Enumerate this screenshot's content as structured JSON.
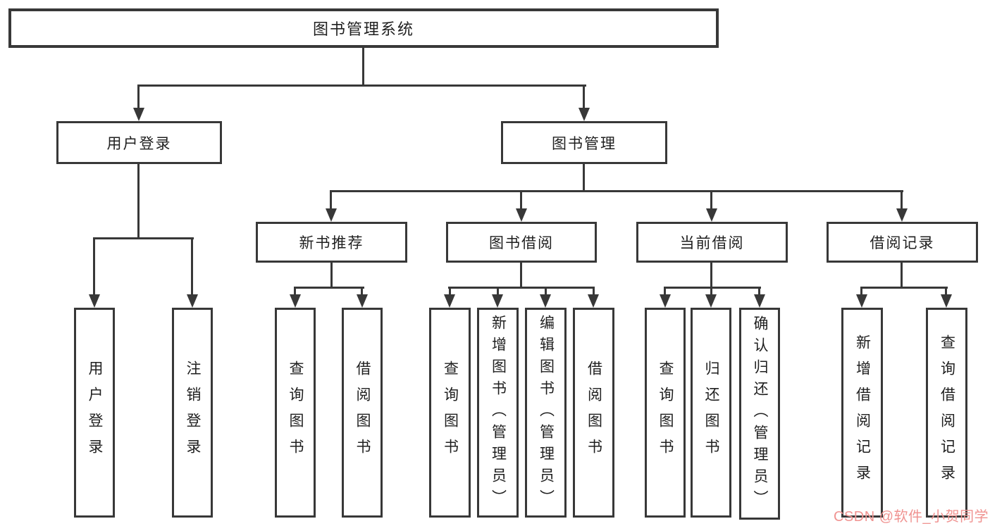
{
  "diagram": {
    "root": {
      "label": "图书管理系统"
    },
    "branches": [
      {
        "label": "用户登录",
        "children": [
          {
            "label": "用户登录"
          },
          {
            "label": "注销登录"
          }
        ]
      },
      {
        "label": "图书管理",
        "children": [
          {
            "label": "新书推荐",
            "children": [
              {
                "label": "查询图书"
              },
              {
                "label": "借阅图书"
              }
            ]
          },
          {
            "label": "图书借阅",
            "children": [
              {
                "label": "查询图书"
              },
              {
                "label": "新增图书（管理员）"
              },
              {
                "label": "编辑图书（管理员）"
              },
              {
                "label": "借阅图书"
              }
            ]
          },
          {
            "label": "当前借阅",
            "children": [
              {
                "label": "查询图书"
              },
              {
                "label": "归还图书"
              },
              {
                "label": "确认归还（管理员）"
              }
            ]
          },
          {
            "label": "借阅记录",
            "children": [
              {
                "label": "新增借阅记录"
              },
              {
                "label": "查询借阅记录"
              }
            ]
          }
        ]
      }
    ]
  },
  "watermark": {
    "text": "CSDN @软件_小贺同学"
  },
  "colors": {
    "line": "#383838",
    "text": "#1f1f1f",
    "box_background": "#ffffff",
    "watermark": "#f09391"
  }
}
